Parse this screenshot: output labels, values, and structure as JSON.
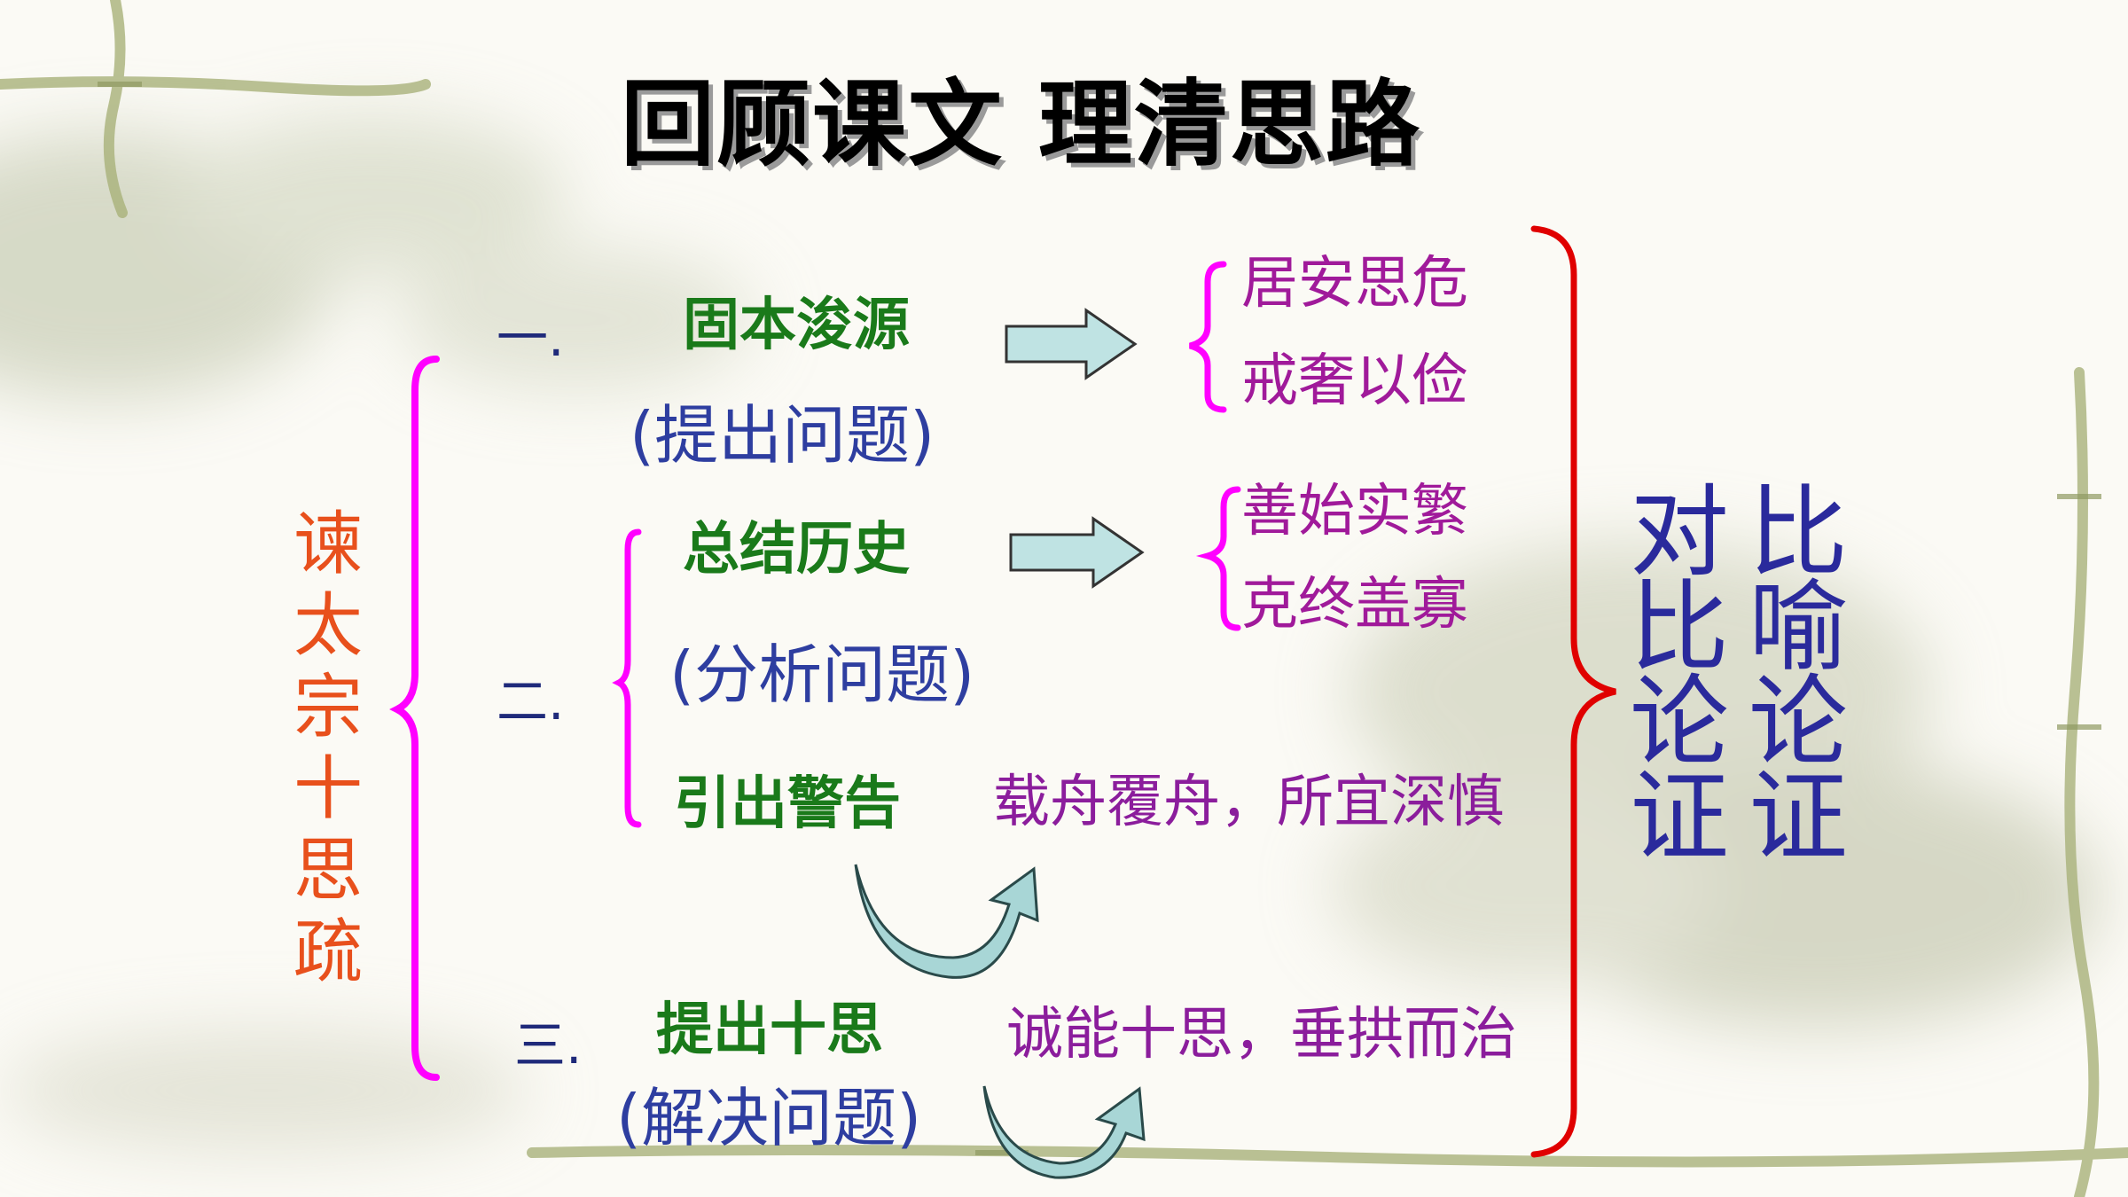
{
  "title": "回顾课文  理清思路",
  "left_title": [
    "谏",
    "太",
    "宗",
    "十",
    "思",
    "疏"
  ],
  "sections": [
    {
      "number": "一.",
      "heading": "固本浚源",
      "note": "(提出问题)"
    },
    {
      "number": "二.",
      "heading": "总结历史",
      "note": "(分析问题)",
      "heading2": "引出警告"
    },
    {
      "number": "三.",
      "heading": "提出十思",
      "note": "(解决问题)"
    }
  ],
  "results": {
    "group1": [
      "居安思危",
      "戒奢以俭"
    ],
    "group2": [
      "善始实繁",
      "克终盖寡"
    ],
    "warning": "载舟覆舟，所宜深慎",
    "conclusion": "诚能十思，垂拱而治"
  },
  "methods": [
    [
      "对",
      "比",
      "论",
      "证"
    ],
    [
      "比",
      "喻",
      "论",
      "证"
    ]
  ],
  "colors": {
    "title": "#000000",
    "left_title": "#e8501c",
    "heading": "#1a7a1a",
    "note": "#2e3ea0",
    "result_list": "#a01a9a",
    "result_sentence": "#8b1d9c",
    "methods": "#2a2a9c",
    "brace_magenta": "#ff00ff",
    "brace_red": "#e00000",
    "arrow_fill": "#bfe3e3"
  }
}
